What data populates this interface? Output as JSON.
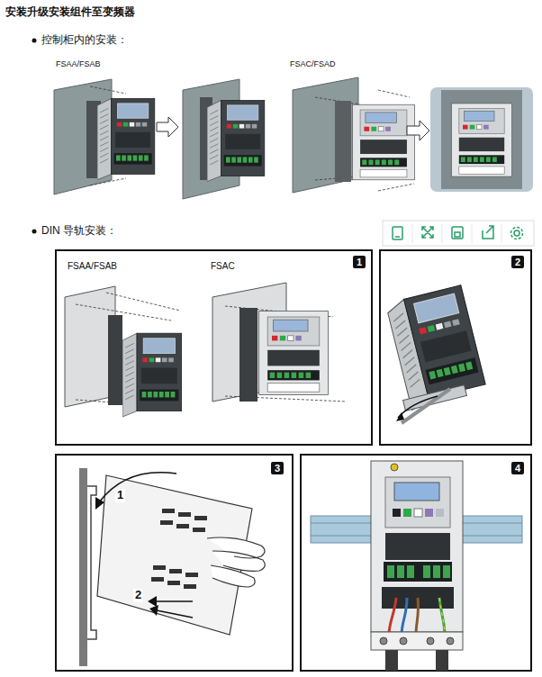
{
  "diagram": {
    "title": "安装升级安装组件至变频器",
    "nodes": [
      {
        "text": [
          "1"
        ]
      },
      {
        "text": [
          "2"
        ]
      },
      {
        "text": [
          "3"
        ]
      },
      {
        "text": [
          "4"
        ]
      }
    ],
    "labels": [
      "控制柜内的安装：",
      "FSAA/FSAB",
      "FSAC/FSAD",
      "DIN 导轨安装：",
      "FSAA/FSAB",
      "FSAC",
      "1",
      "2"
    ]
  }
}
